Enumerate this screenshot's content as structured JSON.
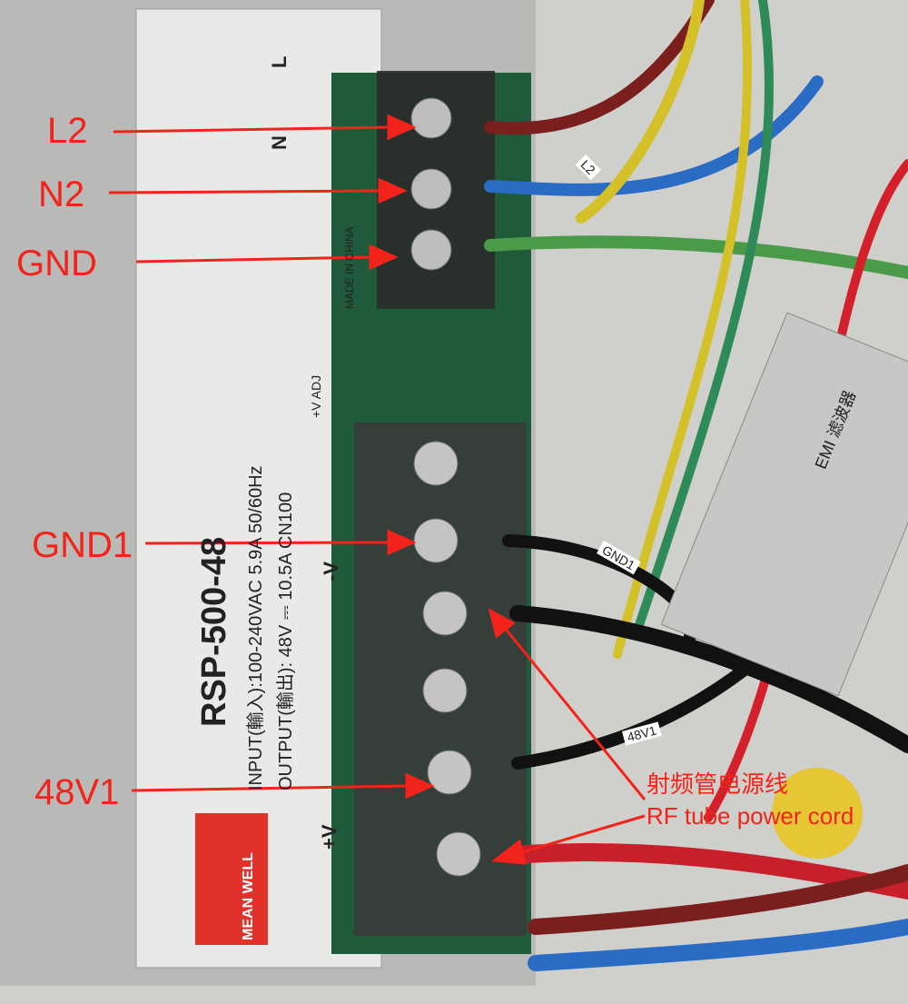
{
  "annotations": {
    "l2": "L2",
    "n2": "N2",
    "gnd": "GND",
    "gnd1": "GND1",
    "v48": "48V1",
    "rf_cn": "射频管电源线",
    "rf_en": "RF tube power cord"
  },
  "psu_label": {
    "model": "RSP-500-48",
    "input": "INPUT(輸入):100-240VAC 5.9A 50/60Hz",
    "output": "OUTPUT(輸出): 48V ⎓ 10.5A CN100",
    "brand": "MEAN WELL",
    "made_in": "MADE IN CHINA",
    "terminals": [
      "L",
      "N",
      "+V",
      "-V"
    ],
    "adj": "+V ADJ"
  },
  "wire_tags": [
    "L2",
    "GND1",
    "48V1"
  ],
  "filter_label": "EMI 滤波器",
  "colors": {
    "annotation": "#f2231b",
    "brand": "#e0322a"
  }
}
